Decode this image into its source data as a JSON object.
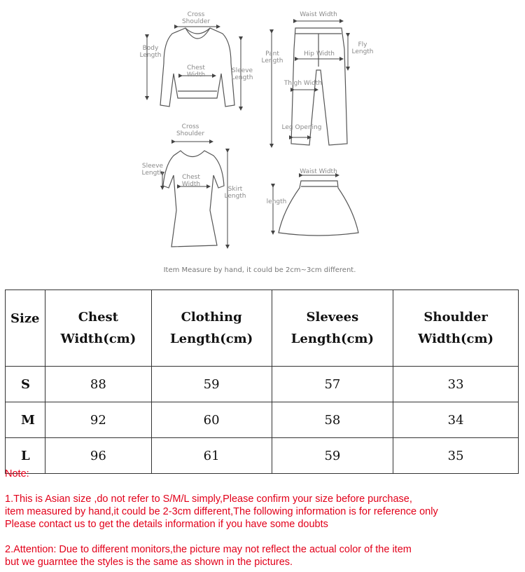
{
  "figure": {
    "labels": {
      "cross_shoulder_top": "Cross\nShoulder",
      "body_length": "Body\nLength",
      "chest_width_top": "Chest\nWidth",
      "sleeve_length_top": "Sleeve\nLength",
      "waist_width_pants": "Waist Width",
      "pant_length": "Pant\nLength",
      "hip_width": "Hip Width",
      "fly_length": "Fly\nLength",
      "thigh_width": "Thigh Width",
      "leg_opening": "Leg Opening",
      "cross_shoulder_dress": "Cross\nShoulder",
      "sleeve_length_dress": "Sleeve\nLength",
      "chest_width_dress": "Chest\nWidth",
      "skirt_length": "Skirt\nLength",
      "waist_width_skirt": "Waist Width",
      "skirt_height": "length"
    },
    "caption": "Item Measure by hand, it could be 2cm~3cm different."
  },
  "table": {
    "headers": [
      {
        "l1": "Size",
        "l2": ""
      },
      {
        "l1": "Chest",
        "l2": "Width(cm)"
      },
      {
        "l1": "Clothing",
        "l2": "Length(cm)"
      },
      {
        "l1": "Slevees",
        "l2": "Length(cm)"
      },
      {
        "l1": "Shoulder",
        "l2": "Width(cm)"
      }
    ],
    "rows": [
      [
        "S",
        "88",
        "59",
        "57",
        "33"
      ],
      [
        "M",
        "92",
        "60",
        "58",
        "34"
      ],
      [
        "L",
        "96",
        "61",
        "59",
        "35"
      ]
    ]
  },
  "notes": {
    "title": "Note:",
    "n1_line1": "1.This is Asian size ,do not refer to S/M/L simply,Please confirm your size before purchase,",
    "n1_line2": "item measured by hand,it could be 2-3cm different,The following information is for reference only",
    "n1_line3": "Please contact us to get the details information if you have some doubts",
    "n2_line1": "2.Attention: Due to different monitors,the picture may not reflect the actual color of the item",
    "n2_line2": "but we guarntee the styles is the same as shown in the pictures."
  },
  "colors": {
    "note_red": "#e2001a",
    "sketch_gray": "#8a8a8a"
  }
}
